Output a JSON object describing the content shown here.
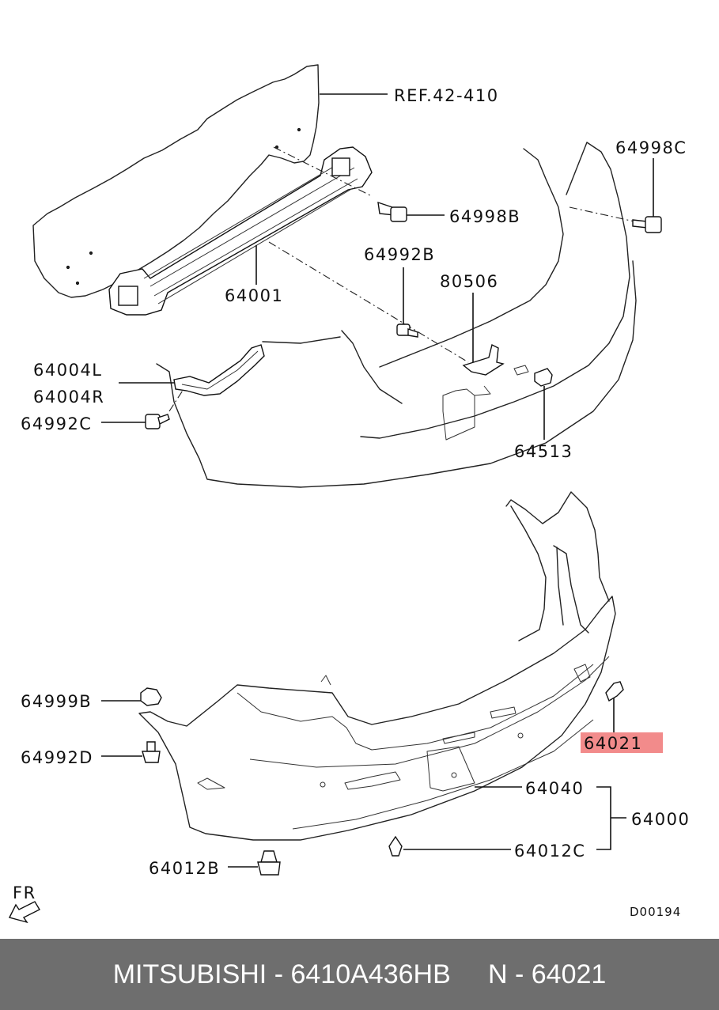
{
  "diagram": {
    "labels": {
      "ref": "REF.42-410",
      "p64998C": "64998C",
      "p64998B": "64998B",
      "p64992B": "64992B",
      "p80506": "80506",
      "p64001": "64001",
      "p64004L": "64004L",
      "p64004R": "64004R",
      "p64992C": "64992C",
      "p64513": "64513",
      "p64999B": "64999B",
      "p64021": "64021",
      "p64992D": "64992D",
      "p64040": "64040",
      "p64000": "64000",
      "p64012B": "64012B",
      "p64012C": "64012C",
      "fr": "FR",
      "code": "D00194"
    },
    "highlight_color": "#f28b8b"
  },
  "footer": {
    "text": "MITSUBISHI - 6410A436HB     N - 64021"
  }
}
